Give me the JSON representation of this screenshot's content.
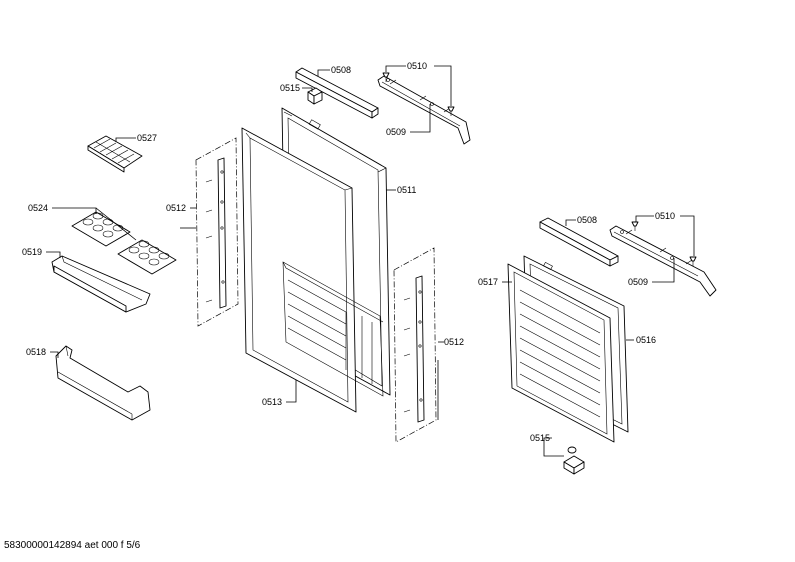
{
  "callouts": {
    "c0508a": "0508",
    "c0510a": "0510",
    "c0515a": "0515",
    "c0509a": "0509",
    "c0527": "0527",
    "c0511": "0511",
    "c0524": "0524",
    "c0512a": "0512",
    "c0519": "0519",
    "c0518": "0518",
    "c0513": "0513",
    "c0512b": "0512",
    "c0508b": "0508",
    "c0510b": "0510",
    "c0517": "0517",
    "c0509b": "0509",
    "c0516": "0516",
    "c0515b": "0515"
  },
  "footer": "58300000142894 aet 000 f 5/6"
}
